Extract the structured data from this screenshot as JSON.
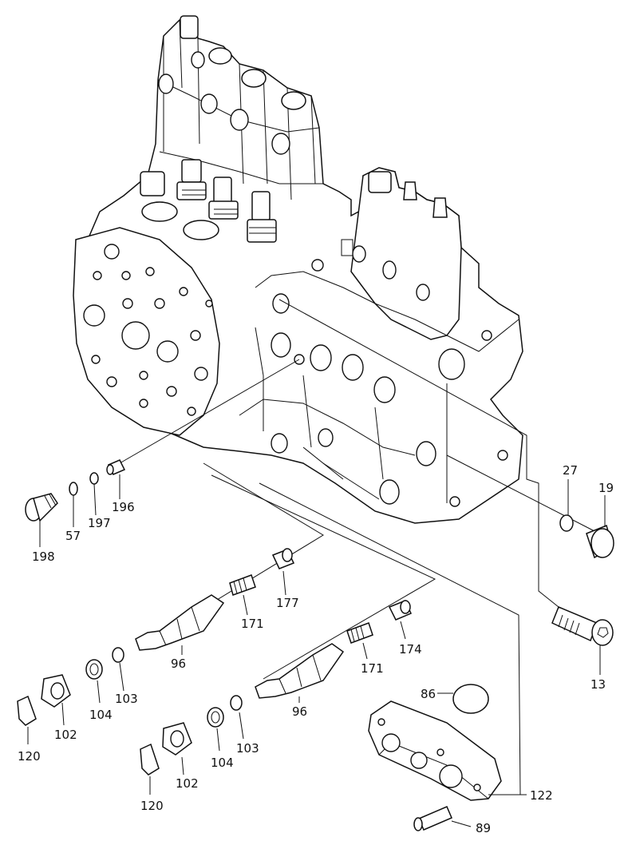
{
  "labels": {
    "p13": "13",
    "p19": "19",
    "p27": "27",
    "p57": "57",
    "p86": "86",
    "p89": "89",
    "p96a": "96",
    "p96b": "96",
    "p102a": "102",
    "p102b": "102",
    "p103a": "103",
    "p103b": "103",
    "p104a": "104",
    "p104b": "104",
    "p120a": "120",
    "p120b": "120",
    "p122": "122",
    "p171a": "171",
    "p171b": "171",
    "p174": "174",
    "p177": "177",
    "p196": "196",
    "p197": "197",
    "p198": "198"
  },
  "colors": {
    "ink": "#111111",
    "paper": "#ffffff"
  }
}
